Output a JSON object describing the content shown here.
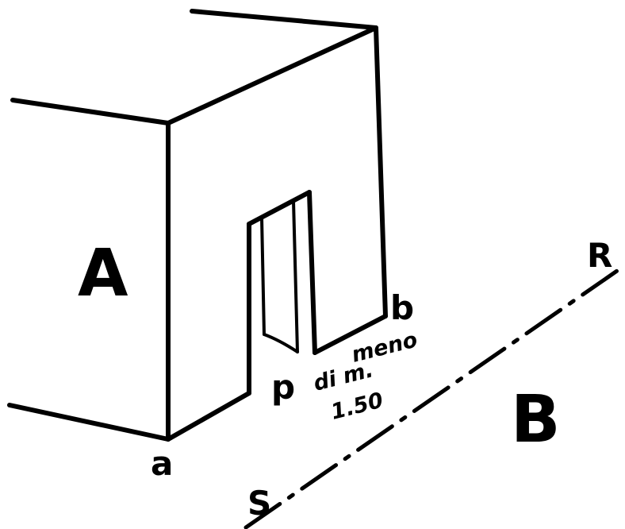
{
  "labels": {
    "building": "A",
    "outside_area": "B",
    "corner_a": "a",
    "corner_b": "b",
    "opening": "p",
    "line_start": "S",
    "line_end": "R"
  },
  "note": {
    "line1": "meno",
    "line2": "di m.",
    "line3": "1.50"
  },
  "colors": {
    "ink": "#000000",
    "paper": "#ffffff"
  }
}
